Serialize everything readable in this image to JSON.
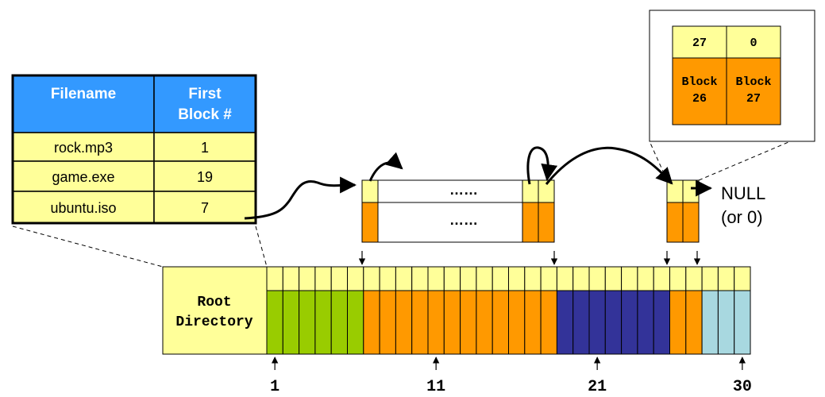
{
  "colors": {
    "header_blue": "#3399ff",
    "cell_yellow": "#ffff99",
    "block_orange": "#ff9900",
    "block_green": "#99cc00",
    "block_navy": "#333399",
    "block_lightblue": "#a8d8e0",
    "line": "#000000"
  },
  "file_table": {
    "headers": [
      "Filename",
      "First Block #"
    ],
    "header_filename": "Filename",
    "header_first_line1": "First",
    "header_first_line2": "Block #",
    "rows": [
      {
        "filename": "rock.mp3",
        "first_block": "1"
      },
      {
        "filename": "game.exe",
        "first_block": "19"
      },
      {
        "filename": "ubuntu.iso",
        "first_block": "7"
      }
    ]
  },
  "disk": {
    "root_label_line1": "Root",
    "root_label_line2": "Directory",
    "block_count": 30,
    "block_colors": [
      "green",
      "green",
      "green",
      "green",
      "green",
      "green",
      "orange",
      "orange",
      "orange",
      "orange",
      "orange",
      "orange",
      "orange",
      "orange",
      "orange",
      "orange",
      "orange",
      "orange",
      "navy",
      "navy",
      "navy",
      "navy",
      "navy",
      "navy",
      "navy",
      "orange",
      "orange",
      "lightblue",
      "lightblue",
      "lightblue"
    ],
    "tick_labels": [
      {
        "block": 1,
        "label": "1"
      },
      {
        "block": 11,
        "label": "11"
      },
      {
        "block": 21,
        "label": "21"
      },
      {
        "block": 30,
        "label": "30"
      }
    ]
  },
  "chain": {
    "dots_top": "……",
    "dots_bottom": "……",
    "null_line1": "NULL",
    "null_line2": "(or 0)"
  },
  "zoom": {
    "pointer_left": "27",
    "pointer_right": "0",
    "block_left_line1": "Block",
    "block_left_line2": "26",
    "block_right_line1": "Block",
    "block_right_line2": "27"
  }
}
